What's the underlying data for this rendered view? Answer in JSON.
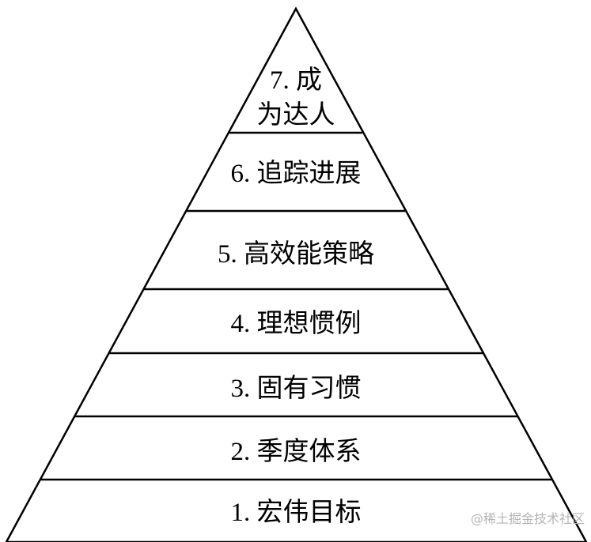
{
  "pyramid": {
    "levels": [
      {
        "label_line1": "7. 成",
        "label_line2": "为达人"
      },
      {
        "label": "6. 追踪进展"
      },
      {
        "label": "5. 高效能策略"
      },
      {
        "label": "4. 理想惯例"
      },
      {
        "label": "3. 固有习惯"
      },
      {
        "label": "2. 季度体系"
      },
      {
        "label": "1. 宏伟目标"
      }
    ]
  },
  "watermark": {
    "text": "@稀土掘金技术社区"
  },
  "colors": {
    "line": "#000000",
    "background": "#ffffff",
    "watermark": "#b4b4b4"
  }
}
